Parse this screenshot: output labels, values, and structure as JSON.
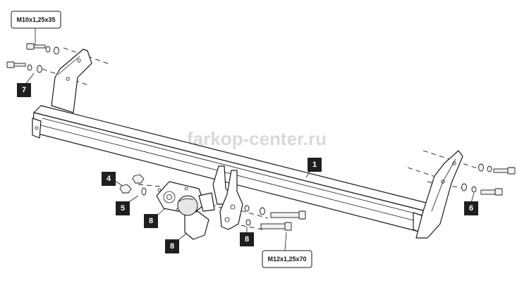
{
  "watermark": "farkop-center.ru",
  "callouts": {
    "top_bolt": "M10x1,25x35",
    "bottom_bolt": "M12x1,25x70"
  },
  "tags": {
    "part1": "1",
    "part4": "4",
    "part5": "5",
    "part6": "6",
    "part7": "7",
    "part8_left": "8",
    "part8_ball": "8",
    "part8_right": "8"
  }
}
